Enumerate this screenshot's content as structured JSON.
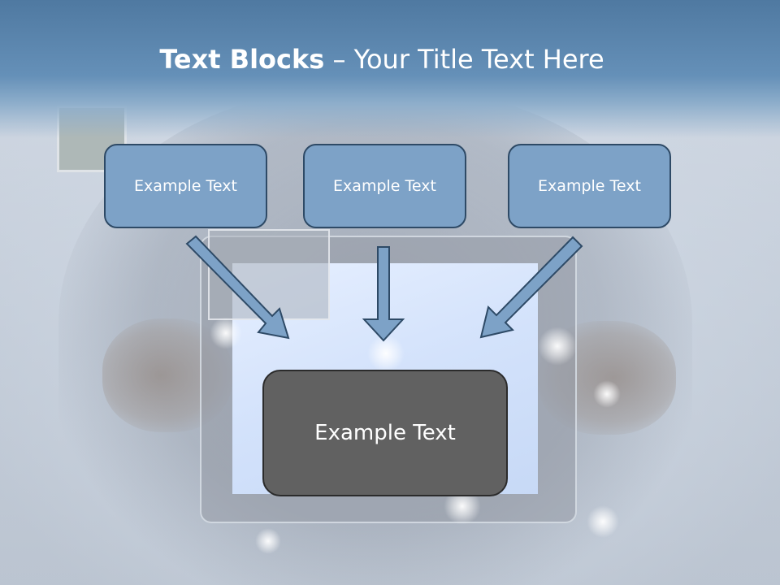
{
  "title": {
    "bold": "Text Blocks",
    "separator": " – ",
    "rest": "Your Title Text Here"
  },
  "boxes": [
    {
      "label": "Example Text"
    },
    {
      "label": "Example Text"
    },
    {
      "label": "Example Text"
    }
  ],
  "center_box": {
    "label": "Example Text"
  },
  "colors": {
    "header": "#5a84ad",
    "box_fill": "#7da2c7",
    "box_border": "#2e4a66",
    "center_fill": "#616161",
    "arrow_fill": "#7da2c7"
  }
}
